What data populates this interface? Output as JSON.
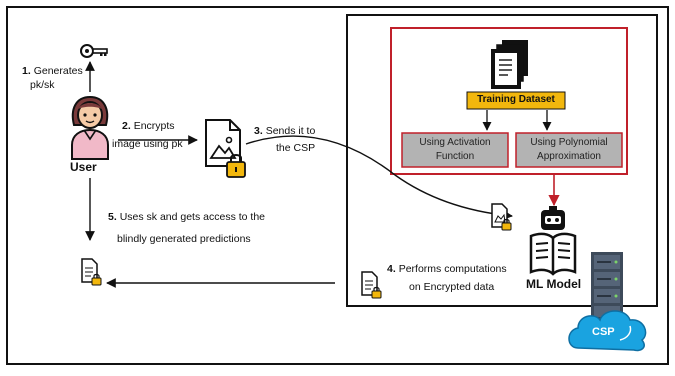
{
  "user": {
    "label": "User"
  },
  "steps": {
    "s1": {
      "num": "1.",
      "line1": "Generates",
      "line2": "pk/sk"
    },
    "s2": {
      "num": "2.",
      "line1": "Encrypts",
      "line2": "image using pk"
    },
    "s3": {
      "num": "3.",
      "line1": "Sends it to",
      "line2": "the CSP"
    },
    "s4": {
      "num": "4.",
      "line1": "Performs computations",
      "line2": "on Encrypted data"
    },
    "s5": {
      "num": "5.",
      "line1": "Uses sk and gets access to the",
      "line2": "blindly generated predictions"
    }
  },
  "training": {
    "dataset_label": "Training Dataset",
    "option_left": "Using Activation\nFunction",
    "option_right": "Using Polynomial\nApproximation"
  },
  "model": {
    "label": "ML Model"
  },
  "csp": {
    "label": "CSP"
  },
  "colors": {
    "frame": "#111111",
    "red": "#c0202a",
    "gold": "#f2b70d",
    "grey_box": "#b3b3b3",
    "cloud": "#1aa3e0",
    "pink": "#f1b9c8",
    "skin": "#f5cba7",
    "hair": "#7a3a3a"
  },
  "icons": [
    "key-icon",
    "user-avatar-icon",
    "encrypted-image-icon",
    "document-stack-icon",
    "robot-reading-icon",
    "server-icon",
    "cloud-icon",
    "encrypted-file-icon",
    "lock-icon"
  ]
}
